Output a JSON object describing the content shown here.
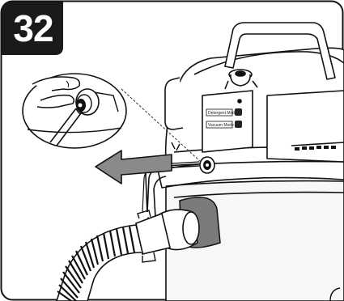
{
  "step": {
    "number": "32"
  },
  "switch_panel": {
    "labels": [
      "Detergent Mode",
      "Vacuum Mode"
    ]
  },
  "icons": {
    "arrow": "left-arrow-icon",
    "magnifier": "detail-callout-icon"
  },
  "colors": {
    "badge": "#1a1a1a",
    "arrow": "#8a8a8a",
    "line": "#111111"
  }
}
